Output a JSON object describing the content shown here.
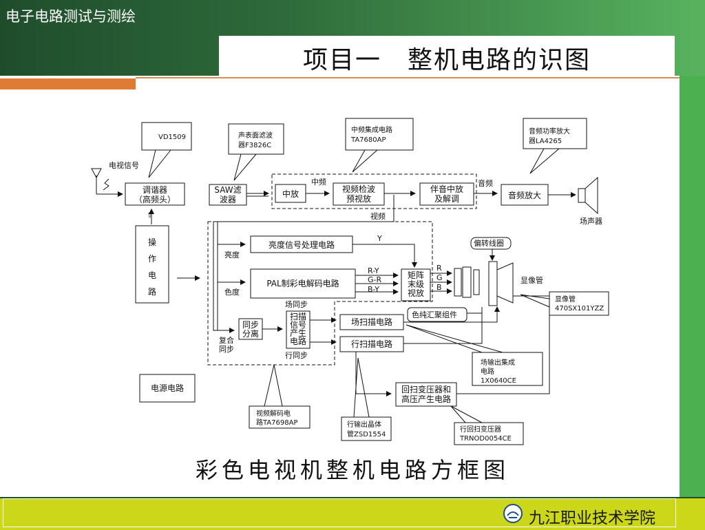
{
  "course_title": "电子电路测试与测绘",
  "page_title": "项目一　整机电路的识图",
  "diagram_caption": "彩色电视机整机电路方框图",
  "school_name": "九江职业技术学院",
  "colors": {
    "header_dark": "#1f4d2c",
    "header_light": "#58b35f",
    "accent_orange": "#e07b33",
    "footer": "#cdd71a",
    "strip": "#4caf50"
  },
  "blocks": {
    "tuner": [
      "调谐器",
      "（高频头）"
    ],
    "saw": [
      "SAW滤",
      "波器"
    ],
    "if_amp": "中放",
    "video_detect": [
      "视频检波",
      "预视放"
    ],
    "sound_if": [
      "伴音中放",
      "及解调"
    ],
    "audio_amp": "音频放大",
    "control": [
      "操",
      "作",
      "电",
      "路"
    ],
    "luma": "亮度信号处理电路",
    "pal": "PAL制彩电解码电路",
    "matrix": [
      "矩阵",
      "末级",
      "视放"
    ],
    "sync_sep": [
      "同步",
      "分离"
    ],
    "scan_gen": [
      "扫描",
      "信号",
      "产生",
      "电路"
    ],
    "v_scan": "场扫描电路",
    "h_scan": "行扫描电路",
    "flyback": [
      "回扫变压器和",
      "高压产生电路"
    ],
    "power": "电源电路"
  },
  "callouts": {
    "vd1509": "VD1509",
    "saw_part": [
      "声表面滤波",
      "器F3826C"
    ],
    "if_ic": [
      "中频集成电路",
      "TA7680AP"
    ],
    "audio_ic": [
      "音频功率放大",
      "器LA4265"
    ],
    "tube": [
      "显像管",
      "470SX101YZZ"
    ],
    "v_out_ic": [
      "场输出集成",
      "电路",
      "1X0640CE"
    ],
    "decoder_ic": [
      "视频解码电",
      "路TA7698AP"
    ],
    "h_out_transistor": [
      "行输出晶体",
      "管ZSD1554"
    ],
    "flyback_part": [
      "行回扫变压器",
      "TRNOD0054CE"
    ]
  },
  "labels": {
    "tv_signal": "电视信号",
    "if_label": "中频",
    "audio": "音频",
    "video": "视频",
    "speaker": "场声器",
    "y": "Y",
    "brightness": "亮度",
    "chroma": "色度",
    "ry": "R-Y",
    "gr": "G-R",
    "by": "B-Y",
    "r": "R",
    "g": "G",
    "b": "B",
    "deflection_yoke": "偏转线圈",
    "crt": "显像管",
    "purity": "色纯汇聚组件",
    "v_sync": "场同步",
    "h_sync": "行同步",
    "composite_sync": [
      "复合",
      "同步"
    ],
    "arrow_up": "⇧"
  }
}
